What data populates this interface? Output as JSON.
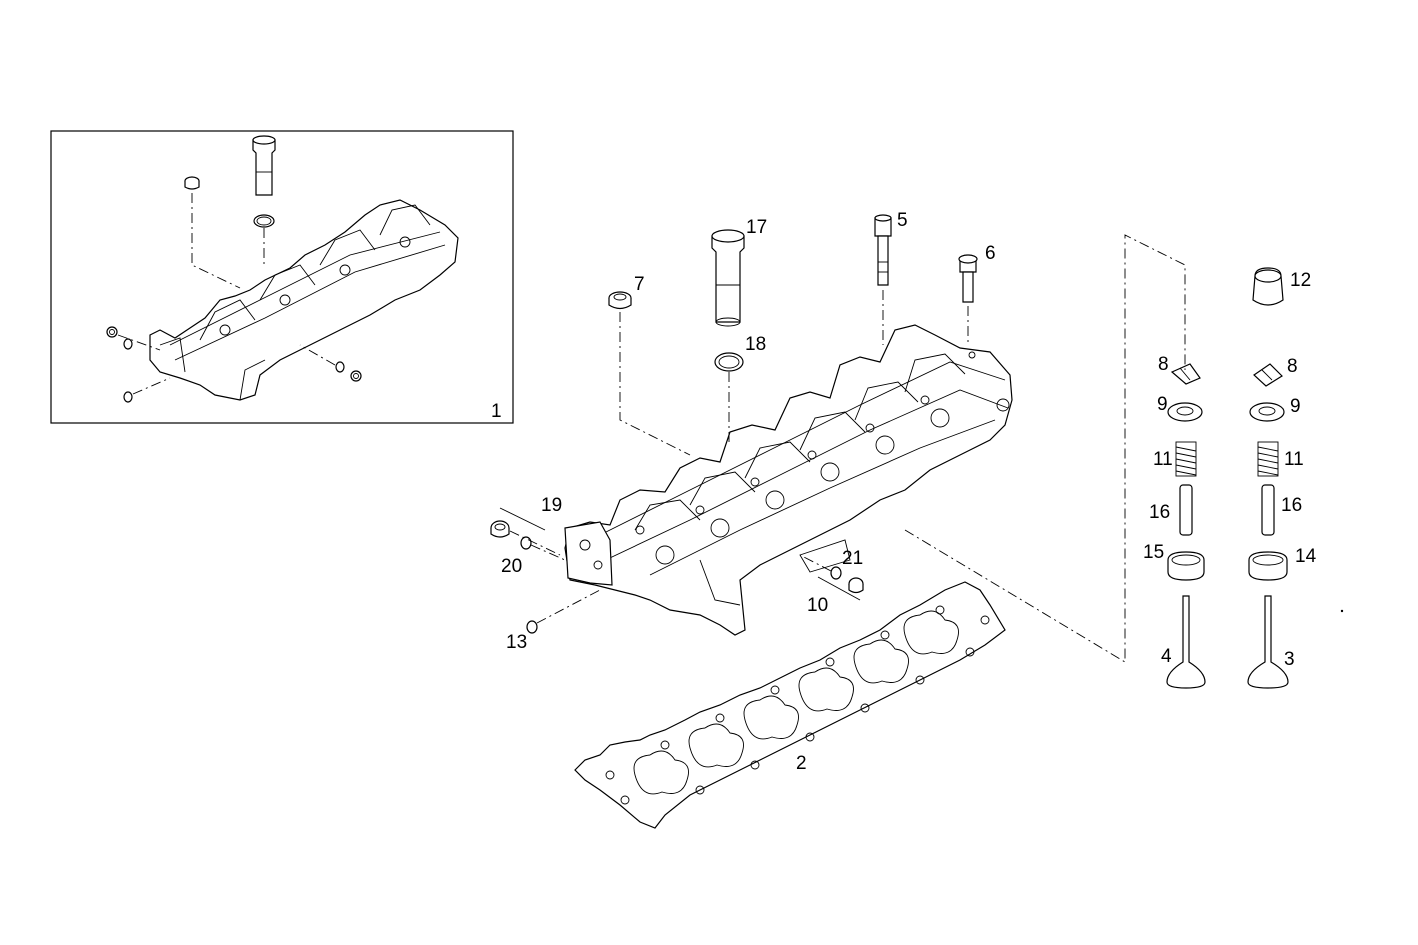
{
  "diagram": {
    "callouts": {
      "c1": "1",
      "c2": "2",
      "c3": "3",
      "c4": "4",
      "c5": "5",
      "c6": "6",
      "c7": "7",
      "c8a": "8",
      "c8b": "8",
      "c9a": "9",
      "c9b": "9",
      "c10": "10",
      "c11a": "11",
      "c11b": "11",
      "c12": "12",
      "c13": "13",
      "c14": "14",
      "c15": "15",
      "c16a": "16",
      "c16b": "16",
      "c17": "17",
      "c18": "18",
      "c19": "19",
      "c20": "20",
      "c21": "21"
    }
  }
}
